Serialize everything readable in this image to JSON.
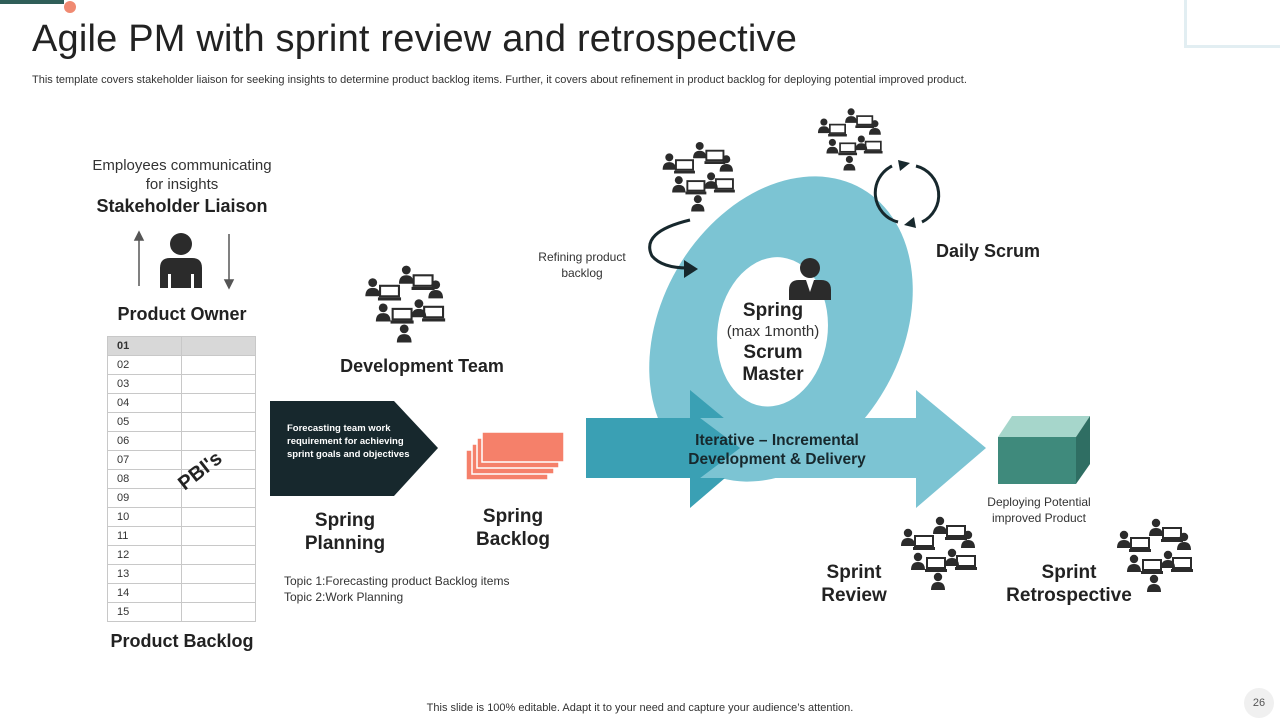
{
  "title": "Agile PM with sprint review and retrospective",
  "subtitle": "This template covers stakeholder liaison for seeking insights to determine product backlog items. Further, it covers about refinement in product backlog for deploying potential improved product.",
  "stakeholder": {
    "desc_line1": "Employees communicating",
    "desc_line2": "for insights",
    "label": "Stakeholder Liaison"
  },
  "product_owner": "Product Owner",
  "product_backlog": {
    "rows": [
      "01",
      "02",
      "03",
      "04",
      "05",
      "06",
      "07",
      "08",
      "09",
      "10",
      "11",
      "12",
      "13",
      "14",
      "15"
    ],
    "pbi_label": "PBI's",
    "label": "Product Backlog"
  },
  "development_team": "Development Team",
  "forecasting": {
    "text": "Forecasting team work requirement for achieving sprint goals and objectives"
  },
  "spring_planning": {
    "line1": "Spring",
    "line2": "Planning"
  },
  "spring_backlog": {
    "line1": "Spring",
    "line2": "Backlog"
  },
  "topics": [
    "Topic 1:Forecasting product Backlog items",
    "Topic 2:Work Planning"
  ],
  "refining": {
    "line1": "Refining  product",
    "line2": "backlog"
  },
  "center": {
    "spring": "Spring",
    "max": "(max 1month)",
    "scrum": "Scrum",
    "master": "Master"
  },
  "iterative": {
    "line1": "Iterative – Incremental",
    "line2": "Development & Delivery"
  },
  "daily_scrum": "Daily Scrum",
  "deploying": {
    "line1": "Deploying  Potential",
    "line2": "improved  Product"
  },
  "sprint_review": {
    "line1": "Sprint",
    "line2": "Review"
  },
  "sprint_retro": {
    "line1": "Sprint",
    "line2": "Retrospective"
  },
  "footer": "This slide is 100% editable. Adapt it to your need and capture your audience’s attention.",
  "page_number": "26",
  "colors": {
    "dark_teal": "#17282d",
    "teal": "#3aa0b4",
    "light_teal": "#7cc4d3",
    "salmon": "#f5806a",
    "cube_front": "#3f8a7c",
    "cube_top": "#a6d6cb",
    "icon": "#2b2b2b"
  }
}
